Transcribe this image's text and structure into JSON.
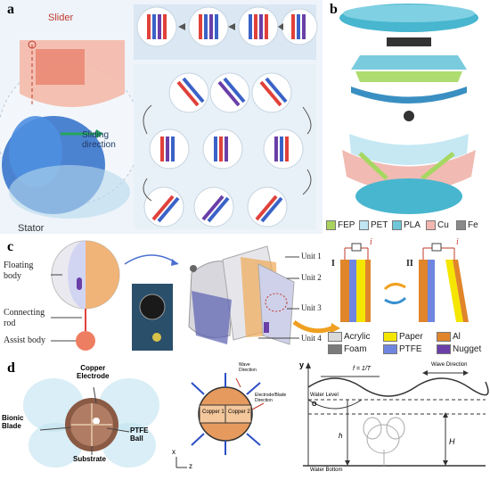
{
  "panel_a": {
    "letter": "a",
    "slider": "Slider",
    "stator": "Stator",
    "sliding_direction": "Sliding\ndirection",
    "colors": {
      "red": "#e0413a",
      "blue": "#3a62c7",
      "purple": "#6a3fa8",
      "bg": "#e6f0f8"
    }
  },
  "panel_b": {
    "letter": "b",
    "legend": [
      {
        "label": "FEP",
        "color": "#a9d35c"
      },
      {
        "label": "PET",
        "color": "#bfe6f2"
      },
      {
        "label": "PLA",
        "color": "#6ec6d8"
      },
      {
        "label": "Cu",
        "color": "#f2b6b0"
      },
      {
        "label": "Fe",
        "color": "#8a8a8a"
      }
    ]
  },
  "panel_c": {
    "letter": "c",
    "floating_body": "Floating\nbody",
    "connecting_rod": "Connecting\nrod",
    "assist_body": "Assist body",
    "units": [
      "Unit 1",
      "Unit 2",
      "Unit 3",
      "Unit 4"
    ],
    "roman_1": "I",
    "roman_2": "II",
    "current": "i",
    "legend": [
      {
        "label": "Acrylic",
        "color": "#d9d9d9"
      },
      {
        "label": "Paper",
        "color": "#f5e600"
      },
      {
        "label": "Al",
        "color": "#e0852a"
      },
      {
        "label": "Foam",
        "color": "#7a7a7a"
      },
      {
        "label": "PTFE",
        "color": "#6f86e0"
      },
      {
        "label": "Nugget",
        "color": "#6a3fa8"
      }
    ]
  },
  "panel_d": {
    "letter": "d",
    "copper_electrode": "Copper\nElectrode",
    "bionic_blade": "Bionic\nBlade",
    "ptfe_ball": "PTFE\nBall",
    "substrate": "Substrate",
    "copper_1": "Copper 1",
    "copper_2": "Copper 2",
    "wave_direction_small": "Wave\nDirection",
    "electrode_blade": "Electrode/Blade\nDirection",
    "axis_x": "x",
    "axis_z": "z",
    "axis_y": "y",
    "wave_direction": "Wave Direction",
    "freq": "f = 1/T",
    "water_level": "Water Level",
    "origin": "O",
    "h": "h",
    "H": "H",
    "water_bottom": "Water Bottom"
  }
}
